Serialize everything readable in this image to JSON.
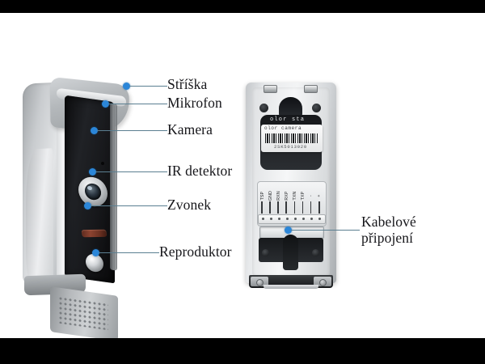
{
  "figure": {
    "title": "Video doorphone outdoor station — annotated parts diagram",
    "background_color": "#ffffff",
    "letterbox_color": "#000000",
    "accent_dot_color": "#2b86d8",
    "leader_line_color": "#5b7f91",
    "text_color": "#16161a"
  },
  "callouts": [
    {
      "id": "striska",
      "label": "Stříška"
    },
    {
      "id": "mikrofon",
      "label": "Mikrofon"
    },
    {
      "id": "kamera",
      "label": "Kamera"
    },
    {
      "id": "ir_detektor",
      "label": "IR detektor"
    },
    {
      "id": "zvonek",
      "label": "Zvonek"
    },
    {
      "id": "reproduktor",
      "label": "Reproduktor"
    },
    {
      "id": "kabelove",
      "label": "Kabelové připojení"
    }
  ],
  "left_device": {
    "name": "front-view-outdoor-station"
  },
  "right_device": {
    "name": "rear-view-wiring-plate",
    "recess_label": "olor sta",
    "sticker_title": "olor camera",
    "sticker_serial": "2SK5013020",
    "terminals": [
      "TSP",
      "GND",
      "RXN",
      "RXP",
      "TXN",
      "TXP",
      "-",
      "+"
    ]
  }
}
